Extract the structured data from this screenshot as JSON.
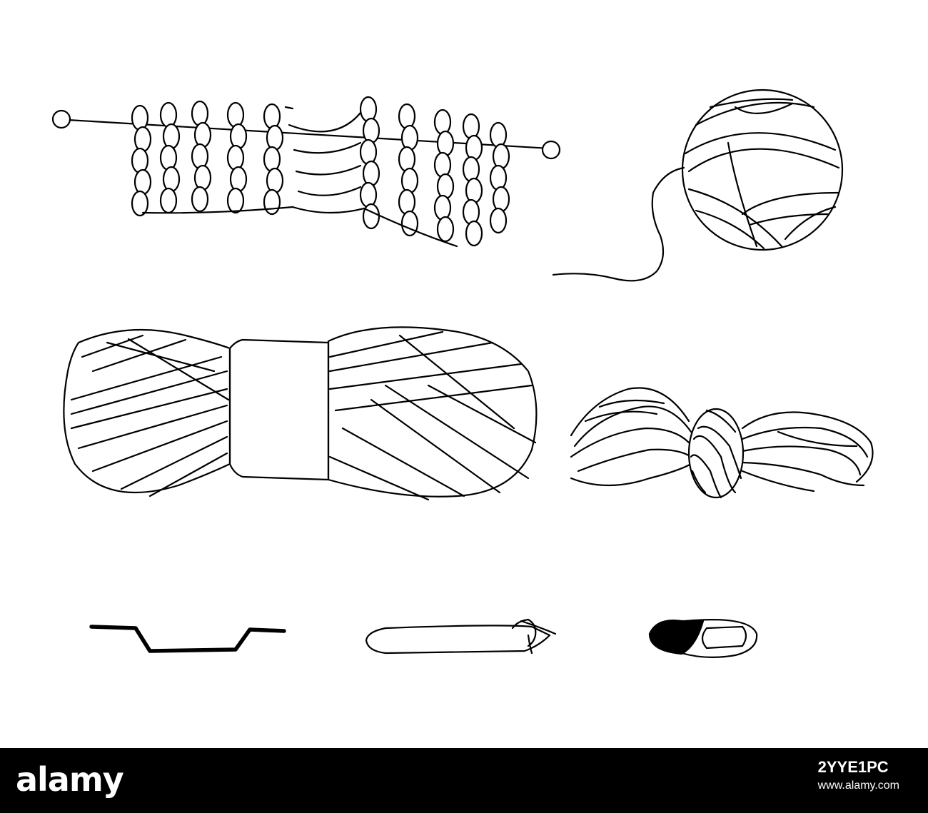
{
  "watermark": {
    "logo_text": "alamy",
    "image_id": "2YYE1PC",
    "image_url": "www.alamy.com"
  },
  "colors": {
    "background": "#ffffff",
    "ink": "#000000",
    "footer": "#000000",
    "footer_text": "#ffffff"
  },
  "illustration": {
    "style": "black outline doodle",
    "items": [
      "knitting-on-needle",
      "yarn-ball",
      "yarn-skein",
      "yarn-hank",
      "cable-needle",
      "tapestry-needle",
      "stitch-marker"
    ]
  }
}
